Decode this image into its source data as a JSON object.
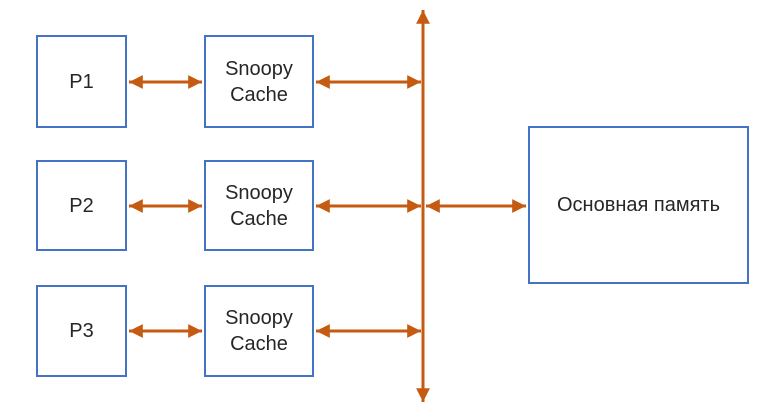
{
  "diagram": {
    "kind": "snoopy-cache-bus-architecture",
    "background": "#ffffff"
  },
  "colors": {
    "box_border": "#4472C4",
    "box_fill": "#ffffff",
    "arrow": "#C55A11",
    "text": "#262626"
  },
  "nodes": {
    "processors": [
      {
        "id": "p1",
        "label": "P1"
      },
      {
        "id": "p2",
        "label": "P2"
      },
      {
        "id": "p3",
        "label": "P3"
      }
    ],
    "caches": [
      {
        "id": "cache1",
        "label": "Snoopy Cache"
      },
      {
        "id": "cache2",
        "label": "Snoopy Cache"
      },
      {
        "id": "cache3",
        "label": "Snoopy Cache"
      }
    ],
    "memory": {
      "id": "memory",
      "label": "Основная память"
    }
  },
  "edges": [
    {
      "from": "p1",
      "to": "cache1",
      "bidirectional": true
    },
    {
      "from": "cache1",
      "to": "bus",
      "bidirectional": true
    },
    {
      "from": "p2",
      "to": "cache2",
      "bidirectional": true
    },
    {
      "from": "cache2",
      "to": "bus",
      "bidirectional": true
    },
    {
      "from": "p3",
      "to": "cache3",
      "bidirectional": true
    },
    {
      "from": "cache3",
      "to": "bus",
      "bidirectional": true
    },
    {
      "from": "bus",
      "to": "memory",
      "bidirectional": true
    },
    {
      "id": "bus",
      "type": "shared-bus",
      "orientation": "vertical",
      "arrowheads": "both"
    }
  ]
}
